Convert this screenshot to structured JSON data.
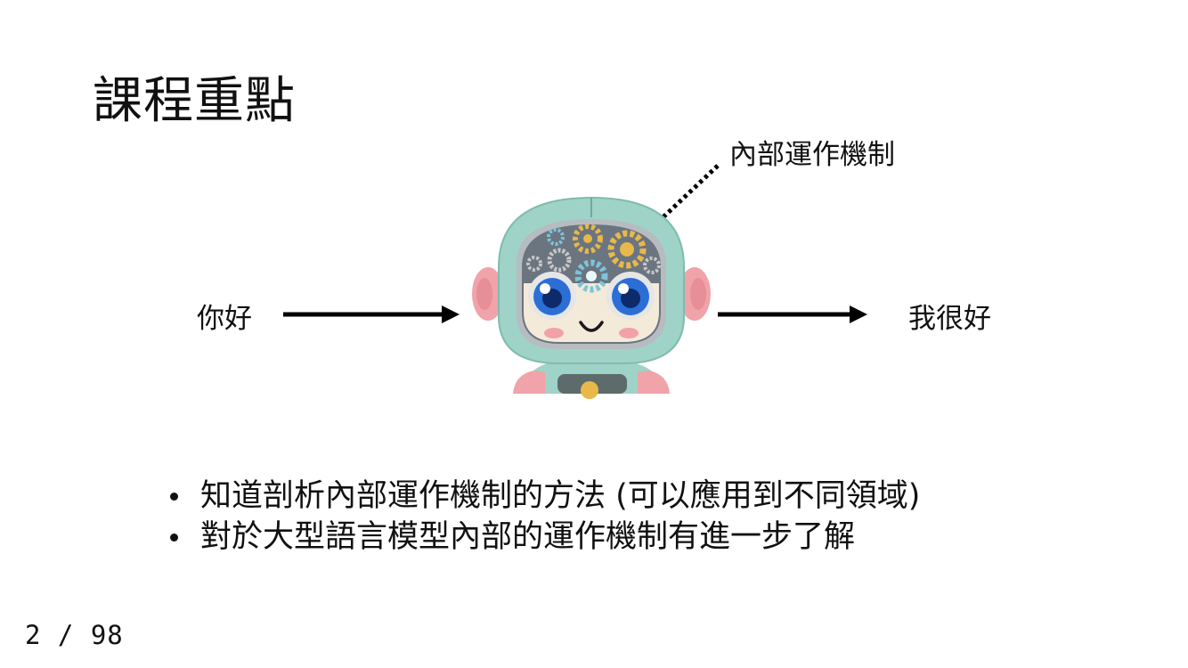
{
  "slide": {
    "title": "課程重點",
    "input_text": "你好",
    "output_text": "我很好",
    "mechanism_label": "內部運作機制",
    "bullets": [
      "知道剖析內部運作機制的方法 (可以應用到不同領域)",
      "對於大型語言模型內部的運作機制有進一步了解"
    ],
    "page_indicator": "2 / 98"
  },
  "colors": {
    "robot_body": "#9fd3c7",
    "robot_accent": "#f0a3a8",
    "gear_gold": "#e8b84a",
    "gear_blue": "#7cc4dc",
    "eye_blue": "#2b6fd6",
    "arrow": "#000000"
  },
  "icons": [
    "robot-illustration",
    "gear-icon",
    "arrow-right-icon",
    "dotted-arrow-icon"
  ]
}
